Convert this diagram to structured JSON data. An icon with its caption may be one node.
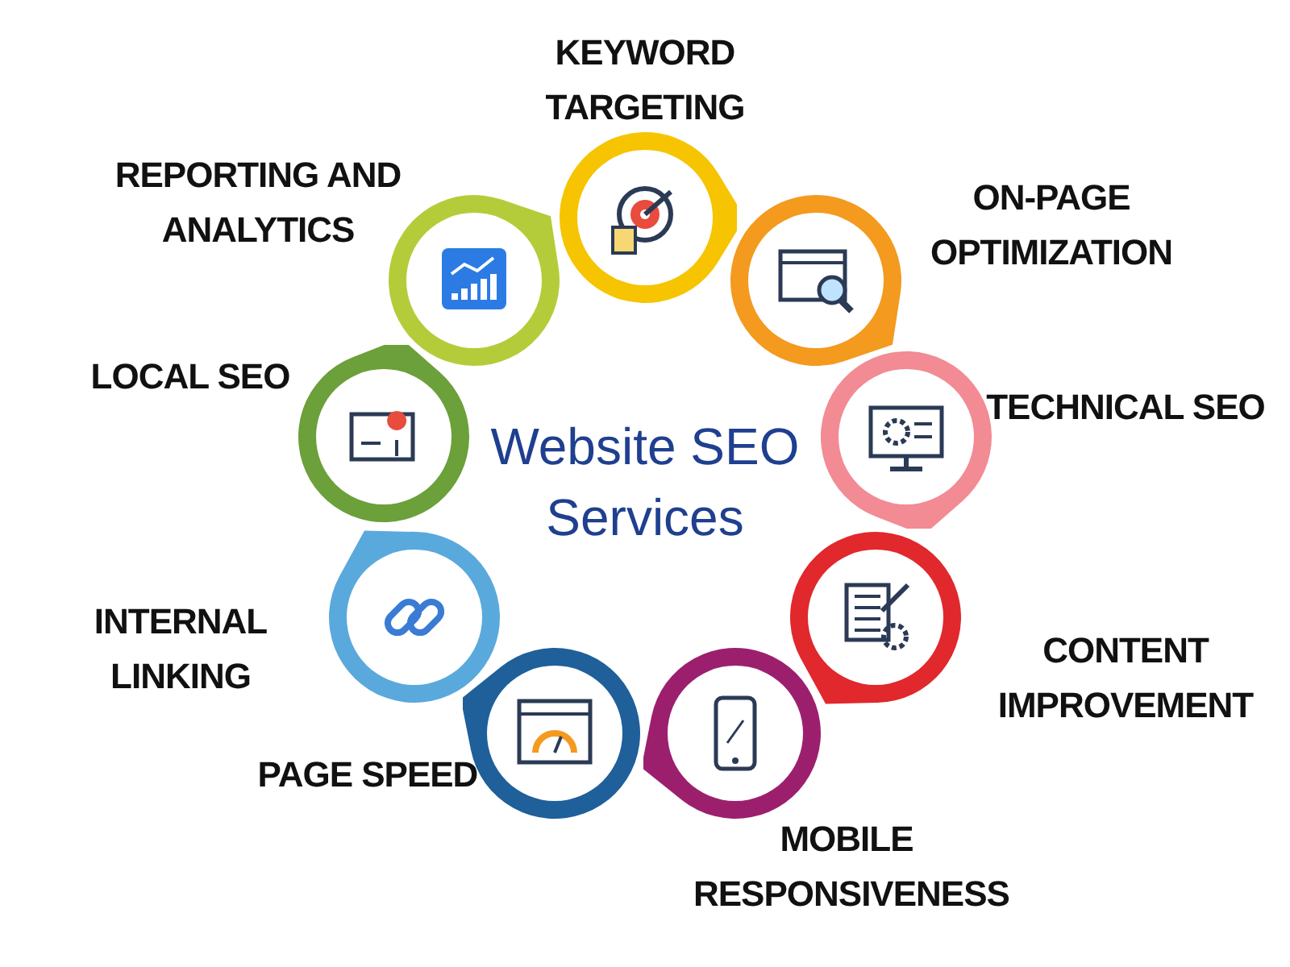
{
  "diagram": {
    "title": "Website SEO Services",
    "nodes": [
      {
        "text": [
          "KEYWORD TARGETING"
        ]
      },
      {
        "text": [
          "ON-PAGE OPTIMIZATION"
        ]
      },
      {
        "text": [
          "TECHNICAL SEO"
        ]
      },
      {
        "text": [
          "CONTENT IMPROVEMENT"
        ]
      },
      {
        "text": [
          "MOBILE RESPONSIVENESS"
        ]
      },
      {
        "text": [
          "PAGE SPEED"
        ]
      },
      {
        "text": [
          "INTERNAL LINKING"
        ]
      },
      {
        "text": [
          "LOCAL SEO"
        ]
      },
      {
        "text": [
          "REPORTING AND ANALYTICS"
        ]
      }
    ]
  }
}
